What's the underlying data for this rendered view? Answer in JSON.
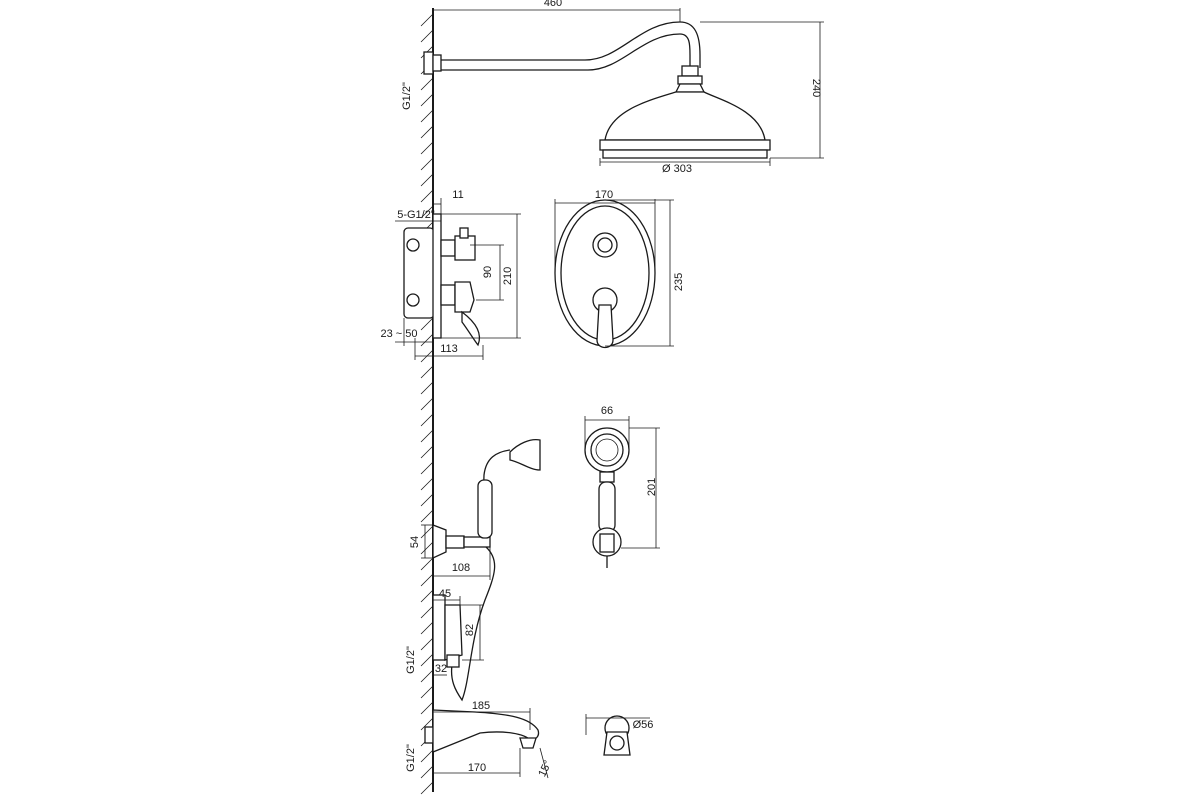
{
  "dimensions": {
    "arm_length": "460",
    "head_height": "240",
    "head_diameter": "Ø 303",
    "arm_thread": "G1/2\"",
    "mixer_gap": "11",
    "mixer_threads": "5-G1/2\"",
    "mixer_spacing": "90",
    "mixer_height": "210",
    "mixer_depth_range": "23 ~ 50",
    "mixer_projection": "113",
    "plate_width": "170",
    "plate_height": "235",
    "hand_width": "66",
    "hand_length": "201",
    "holder_height": "54",
    "holder_projection": "108",
    "elbow_width": "45",
    "elbow_height": "82",
    "elbow_depth": "32",
    "elbow_thread": "G1/2\"",
    "spout_length": "185",
    "spout_projection": "170",
    "spout_angle": "15°",
    "spout_thread": "G1/2\"",
    "spout_diameter": "Ø56"
  }
}
